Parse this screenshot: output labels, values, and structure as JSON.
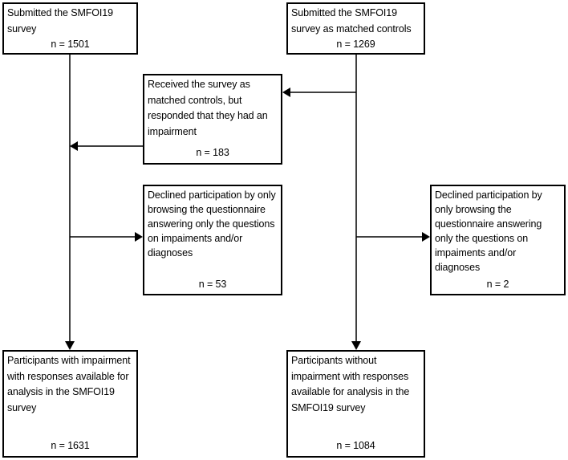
{
  "figure": {
    "background": "#ffffff",
    "line_color": "#000000",
    "text_color": "#000000"
  },
  "boxes": [
    {
      "text": "Submitted the SMFOI19 survey",
      "n": "n = 1501"
    },
    {
      "text": "Submitted the SMFOI19 survey as matched controls",
      "n": "n = 1269"
    },
    {
      "text": "Received the survey as matched controls, but responded that they had an impairment",
      "n": "n = 183"
    },
    {
      "text": "Declined participation by only browsing the questionnaire answering only the questions on impaiments and/or diagnoses",
      "n": "n = 53"
    },
    {
      "text": "Declined participation by only browsing the questionnaire answering only the questions on impaiments and/or diagnoses",
      "n": "n = 2"
    },
    {
      "text": "Participants with impairment with responses available for analysis in the SMFOI19 survey",
      "n": "n = 1631"
    },
    {
      "text": "Participants without impairment with responses available for analysis in the SMFOI19 survey",
      "n": "n = 1084"
    }
  ]
}
